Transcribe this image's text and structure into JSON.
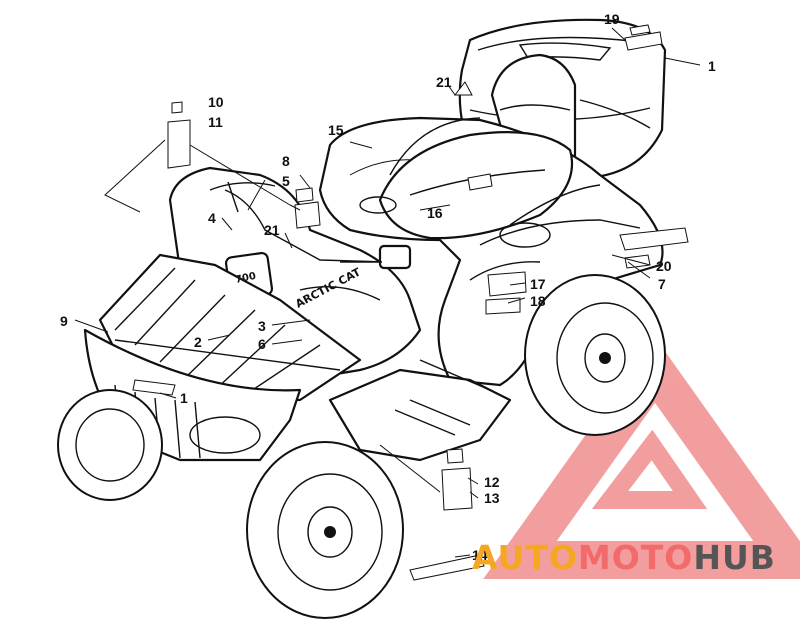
{
  "callouts": [
    {
      "id": "c19",
      "label": "19"
    },
    {
      "id": "c1a",
      "label": "1"
    },
    {
      "id": "c21a",
      "label": "21"
    },
    {
      "id": "c10",
      "label": "10"
    },
    {
      "id": "c11",
      "label": "11"
    },
    {
      "id": "c15",
      "label": "15"
    },
    {
      "id": "c8",
      "label": "8"
    },
    {
      "id": "c5",
      "label": "5"
    },
    {
      "id": "c4",
      "label": "4"
    },
    {
      "id": "c21b",
      "label": "21"
    },
    {
      "id": "c16",
      "label": "16"
    },
    {
      "id": "c20",
      "label": "20"
    },
    {
      "id": "c7",
      "label": "7"
    },
    {
      "id": "c17",
      "label": "17"
    },
    {
      "id": "c18",
      "label": "18"
    },
    {
      "id": "c9",
      "label": "9"
    },
    {
      "id": "c3",
      "label": "3"
    },
    {
      "id": "c2",
      "label": "2"
    },
    {
      "id": "c6",
      "label": "6"
    },
    {
      "id": "c1b",
      "label": "1"
    },
    {
      "id": "c12",
      "label": "12"
    },
    {
      "id": "c13",
      "label": "13"
    },
    {
      "id": "c14",
      "label": "14"
    }
  ],
  "decals": {
    "fender_text": "ARCTIC CAT",
    "display_text": "700"
  },
  "watermark": {
    "part1": "AUTO",
    "part2": "MOTO",
    "part3": "HUB",
    "color_orange": "#f5a623",
    "color_red": "#f26a6a",
    "color_gray": "#555555"
  }
}
